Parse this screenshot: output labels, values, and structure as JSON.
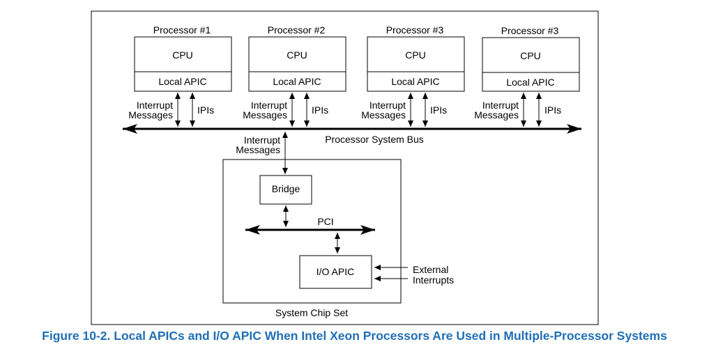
{
  "processors": [
    {
      "title": "Processor #1",
      "cpu_label": "CPU",
      "apic_label": "Local APIC",
      "msg_label_1": "Interrupt",
      "msg_label_2": "Messages",
      "ipi_label": "IPIs"
    },
    {
      "title": "Processor #2",
      "cpu_label": "CPU",
      "apic_label": "Local APIC",
      "msg_label_1": "Interrupt",
      "msg_label_2": "Messages",
      "ipi_label": "IPIs"
    },
    {
      "title": "Processor #3",
      "cpu_label": "CPU",
      "apic_label": "Local APIC",
      "msg_label_1": "Interrupt",
      "msg_label_2": "Messages",
      "ipi_label": "IPIs"
    },
    {
      "title": "Processor #3",
      "cpu_label": "CPU",
      "apic_label": "Local APIC",
      "msg_label_1": "Interrupt",
      "msg_label_2": "Messages",
      "ipi_label": "IPIs"
    }
  ],
  "bus": {
    "label": "Processor System Bus"
  },
  "chipset": {
    "msg_label_1": "Interrupt",
    "msg_label_2": "Messages",
    "bridge_label": "Bridge",
    "pci_label": "PCI",
    "ioapic_label": "I/O APIC",
    "external_label_1": "External",
    "external_label_2": "Interrupts",
    "label": "System Chip Set"
  },
  "caption": "Figure 10-2.  Local APICs and I/O APIC When Intel Xeon Processors Are Used in Multiple-Processor Systems",
  "colors": {
    "caption": "#1f6fb6",
    "lines": "#000000"
  }
}
